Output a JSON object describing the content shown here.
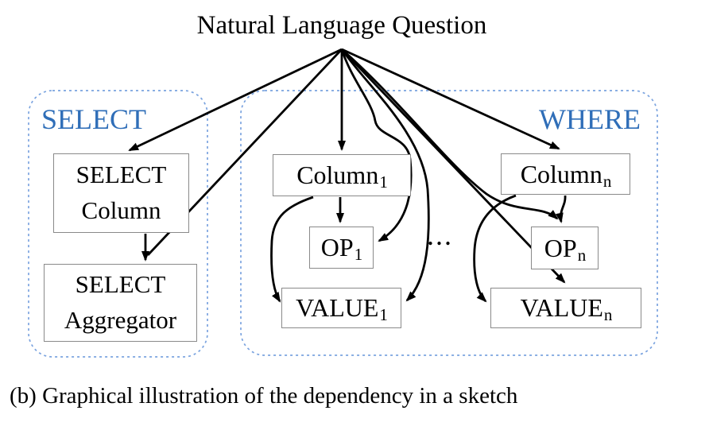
{
  "diagram": {
    "title": "Natural Language Question",
    "caption": "(b) Graphical illustration of the dependency in a sketch",
    "ellipsis": "...",
    "groups": {
      "select": {
        "label": "SELECT"
      },
      "where": {
        "label": "WHERE"
      }
    },
    "nodes": {
      "select_column": {
        "line1": "SELECT",
        "line2": "Column"
      },
      "select_aggregator": {
        "line1": "SELECT",
        "line2": "Aggregator"
      },
      "where_column_1": {
        "base": "Column",
        "sub": "1"
      },
      "op_1": {
        "base": "OP",
        "sub": "1"
      },
      "value_1": {
        "base": "VALUE",
        "sub": "1"
      },
      "where_column_n": {
        "base": "Column",
        "sub": "n"
      },
      "op_n": {
        "base": "OP",
        "sub": "n"
      },
      "value_n": {
        "base": "VALUE",
        "sub": "n"
      }
    },
    "colors": {
      "group_label_blue": "#2f6eb8",
      "group_border_blue": "#7aa3df",
      "arrow_black": "#000000",
      "node_border_gray": "#8a8a8a"
    }
  }
}
